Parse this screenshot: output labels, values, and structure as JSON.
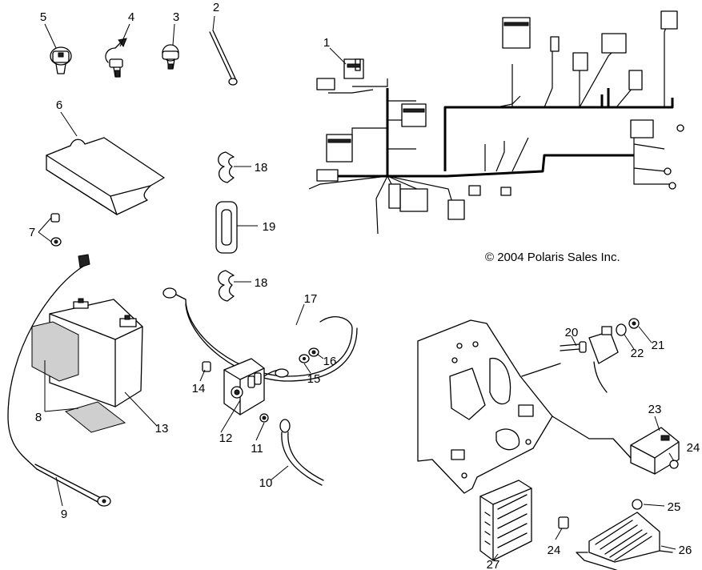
{
  "copyright": "© 2004 Polaris Sales Inc.",
  "callouts": [
    "1",
    "2",
    "3",
    "4",
    "5",
    "6",
    "7",
    "8",
    "9",
    "10",
    "11",
    "12",
    "13",
    "14",
    "15",
    "16",
    "17",
    "18",
    "19",
    "20",
    "21",
    "22",
    "23",
    "24",
    "25",
    "26",
    "27"
  ],
  "part_icons": [
    "wire-harness-icon",
    "antenna-rod-icon",
    "push-rivet-clip-icon",
    "cable-tie-clip-icon",
    "harness-clip-icon",
    "battery-pad-icon",
    "bolt-and-nut-icon",
    "battery-decal-icon",
    "ground-cable-icon",
    "battery-cable-icon",
    "nut-icon",
    "starter-solenoid-icon",
    "battery-icon",
    "screw-icon",
    "washer-icon",
    "nut-icon",
    "positive-cable-icon",
    "rubber-strap-hook-icon",
    "rubber-strap-icon",
    "bolt-icon",
    "nut-icon",
    "washer-icon",
    "cdi-module-icon",
    "screw-icon",
    "nut-icon",
    "rectifier-regulator-icon",
    "voltage-regulator-icon"
  ]
}
